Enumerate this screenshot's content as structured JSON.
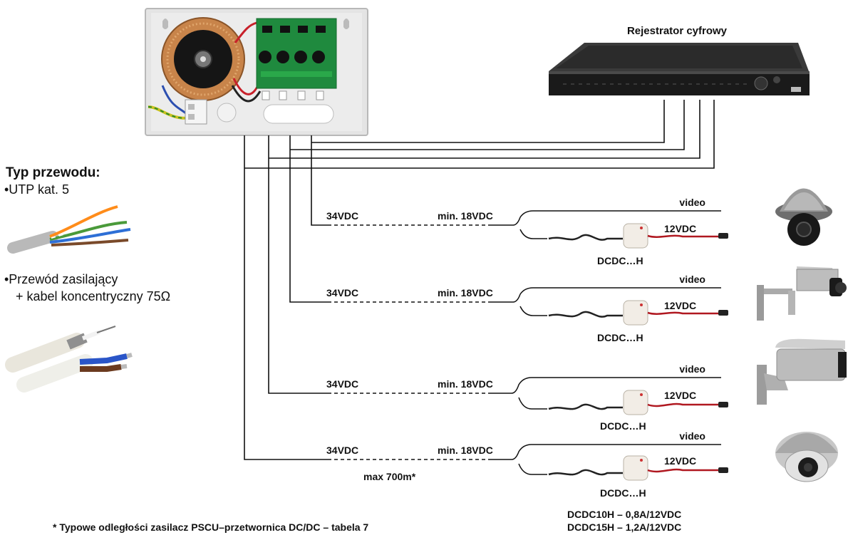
{
  "recorder": {
    "title": "Rejestrator cyfrowy"
  },
  "cable_info": {
    "heading": "Typ przewodu:",
    "types": [
      {
        "label": "•UTP kat. 5"
      },
      {
        "label": "•Przewód zasilający",
        "sub": "+ kabel koncentryczny 75Ω"
      }
    ]
  },
  "channels": [
    {
      "voltage_in": "34VDC",
      "voltage_min": "min. 18VDC",
      "video": "video",
      "voltage_out": "12VDC",
      "converter": "DCDC…H",
      "camera": "dome-camera-icon"
    },
    {
      "voltage_in": "34VDC",
      "voltage_min": "min. 18VDC",
      "video": "video",
      "voltage_out": "12VDC",
      "converter": "DCDC…H",
      "camera": "box-camera-icon"
    },
    {
      "voltage_in": "34VDC",
      "voltage_min": "min. 18VDC",
      "video": "video",
      "voltage_out": "12VDC",
      "converter": "DCDC…H",
      "camera": "bullet-camera-icon"
    },
    {
      "voltage_in": "34VDC",
      "voltage_min": "min. 18VDC",
      "video": "video",
      "voltage_out": "12VDC",
      "converter": "DCDC…H",
      "camera": "vandal-dome-camera-icon"
    }
  ],
  "distance": {
    "label": "max 700m*"
  },
  "footnote": {
    "text": "* Typowe odległości zasilacz PSCU–przetwornica DC/DC  – tabela 7"
  },
  "models": [
    {
      "text": "DCDC10H – 0,8A/12VDC"
    },
    {
      "text": "DCDC15H – 1,2A/12VDC"
    }
  ],
  "colors": {
    "line": "#111111",
    "psu_case": "#e6e6e6",
    "pcb": "#1f8a3e",
    "recorder_body": "#1a1a1a"
  }
}
